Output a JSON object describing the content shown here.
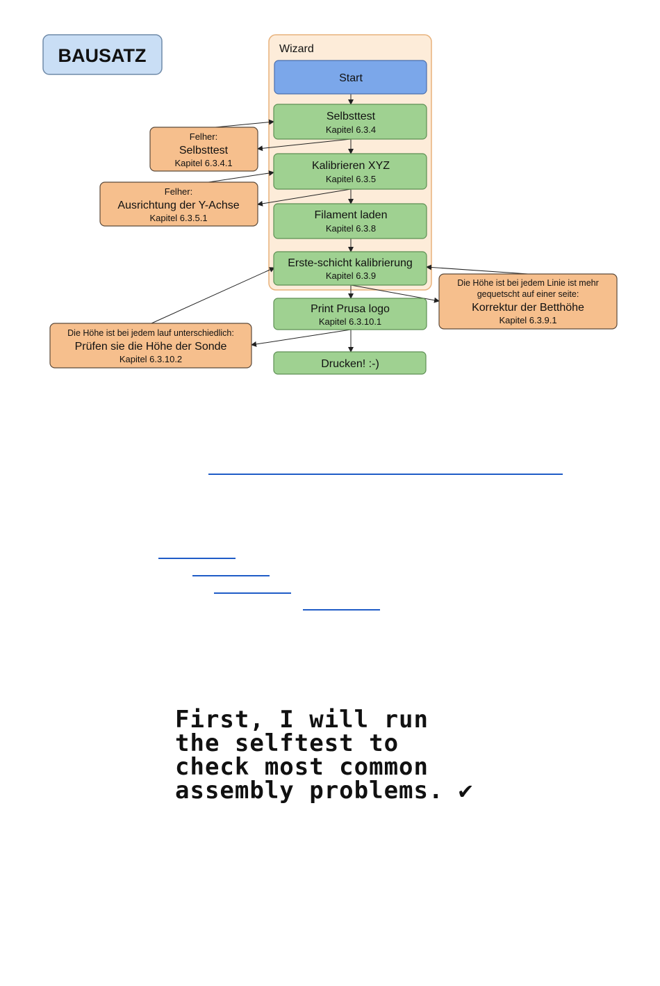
{
  "badge": {
    "label": "BAUSATZ"
  },
  "wizard": {
    "title": "Wizard",
    "steps": [
      {
        "title": "Start",
        "subtitle": ""
      },
      {
        "title": "Selbsttest",
        "subtitle": "Kapitel 6.3.4"
      },
      {
        "title": "Kalibrieren XYZ",
        "subtitle": "Kapitel 6.3.5"
      },
      {
        "title": "Filament laden",
        "subtitle": "Kapitel 6.3.8"
      },
      {
        "title": "Erste-schicht kalibrierung",
        "subtitle": "Kapitel 6.3.9"
      }
    ]
  },
  "steps_after": [
    {
      "title": "Print Prusa logo",
      "subtitle": "Kapitel 6.3.10.1"
    },
    {
      "title": "Drucken! :-)",
      "subtitle": ""
    }
  ],
  "errors": [
    {
      "line1": "Felher:",
      "line2": "",
      "title": "Selbsttest",
      "subtitle": "Kapitel 6.3.4.1"
    },
    {
      "line1": "Felher:",
      "line2": "",
      "title": "Ausrichtung der Y-Achse",
      "subtitle": "Kapitel 6.3.5.1"
    },
    {
      "line1": "Die Höhe ist bei jedem Linie ist mehr",
      "line2": "gequetscht auf einer seite:",
      "title": "Korrektur der Betthöhe",
      "subtitle": "Kapitel 6.3.9.1"
    },
    {
      "line1": "Die Höhe ist bei jedem lauf unterschiedlich:",
      "line2": "",
      "title": "Prüfen sie die Höhe der Sonde",
      "subtitle": "Kapitel 6.3.10.2"
    }
  ],
  "colors": {
    "wizard_bg": "#fdecd9",
    "wizard_border": "#e8b27c",
    "start_fill": "#7ba7ea",
    "start_border": "#4a6fae",
    "step_fill": "#9fd191",
    "step_border": "#5d8f53",
    "error_fill": "#f6bf8d",
    "error_border": "#5c4a3a",
    "badge_fill": "#c9def5",
    "badge_border": "#6f8aa8",
    "link": "#1f5cc7"
  },
  "lcd_message": {
    "lines": [
      "First, I will run",
      "the selftest to",
      "check most common",
      "assembly problems. ✔"
    ]
  }
}
